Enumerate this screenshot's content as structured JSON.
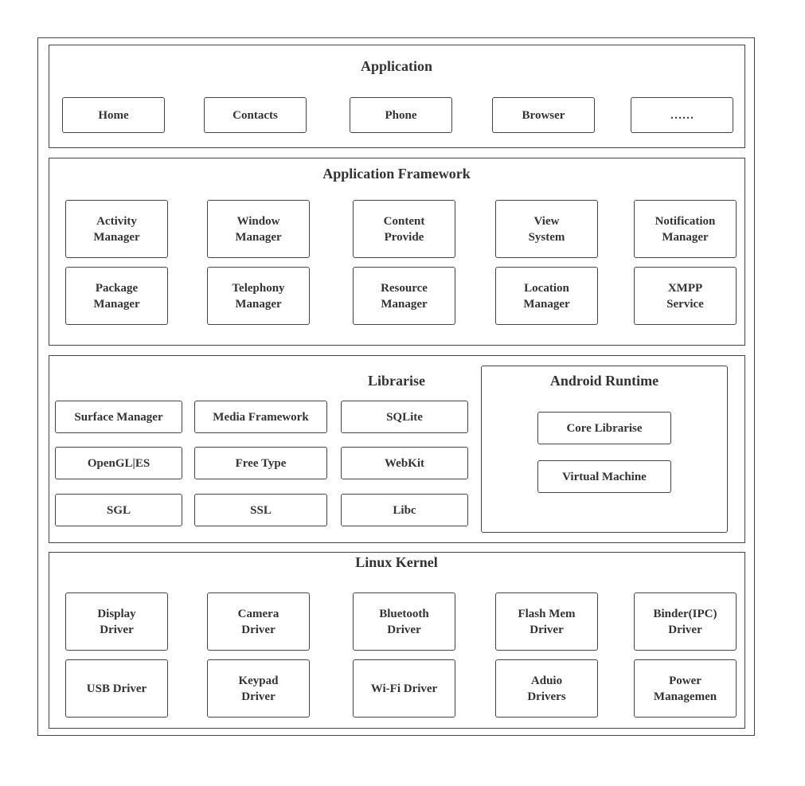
{
  "application": {
    "title": "Application",
    "items": [
      "Home",
      "Contacts",
      "Phone",
      "Browser",
      "……"
    ]
  },
  "framework": {
    "title": "Application Framework",
    "items": [
      "Activity\nManager",
      "Window\nManager",
      "Content\nProvide",
      "View\nSystem",
      "Notification\nManager",
      "Package\nManager",
      "Telephony\nManager",
      "Resource\nManager",
      "Location\nManager",
      "XMPP\nService"
    ]
  },
  "libraries": {
    "title": "Librarise",
    "items": [
      "Surface Manager",
      "Media Framework",
      "SQLite",
      "OpenGL|ES",
      "Free Type",
      "WebKit",
      "SGL",
      "SSL",
      "Libc"
    ]
  },
  "runtime": {
    "title": "Android Runtime",
    "items": [
      "Core Librarise",
      "Virtual Machine"
    ]
  },
  "kernel": {
    "title": "Linux Kernel",
    "items": [
      "Display\nDriver",
      "Camera\nDriver",
      "Bluetooth\nDriver",
      "Flash Mem\nDriver",
      "Binder(IPC)\nDriver",
      "USB Driver",
      "Keypad\nDriver",
      "Wi-Fi Driver",
      "Aduio\nDrivers",
      "Power\nManagemen"
    ]
  }
}
